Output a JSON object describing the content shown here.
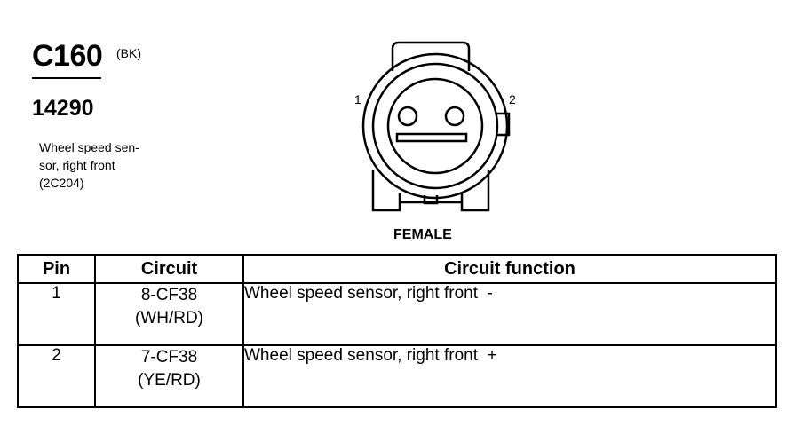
{
  "connector": {
    "id": "C160",
    "color_code": "(BK)",
    "part_number": "14290",
    "description_lines": [
      "Wheel speed sen-",
      "sor, right front",
      "(2C204)"
    ]
  },
  "diagram": {
    "pin_labels": [
      "1",
      "2"
    ],
    "view_label": "FEMALE"
  },
  "table": {
    "headers": [
      "Pin",
      "Circuit",
      "Circuit function"
    ],
    "rows": [
      {
        "pin": "1",
        "circuit": "8-CF38",
        "color": "(WH/RD)",
        "function": "Wheel speed sensor, right front  -"
      },
      {
        "pin": "2",
        "circuit": "7-CF38",
        "color": "(YE/RD)",
        "function": "Wheel speed sensor, right front  +"
      }
    ]
  }
}
